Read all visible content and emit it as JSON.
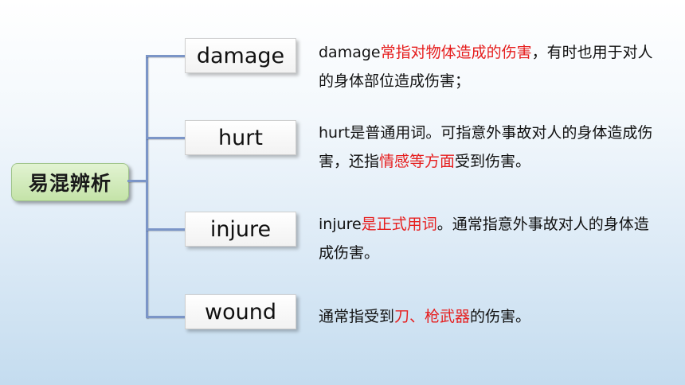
{
  "title": "易混辨析",
  "entries": [
    {
      "word": "damage",
      "desc": [
        {
          "text": "damage",
          "red": false
        },
        {
          "text": "常指对物体造成的伤害",
          "red": true
        },
        {
          "text": "，有时也用于对人的身体部位造成伤害；",
          "red": false
        }
      ]
    },
    {
      "word": "hurt",
      "desc": [
        {
          "text": "hurt是普通用词。可指意外事故对人的身体造成伤害，还指",
          "red": false
        },
        {
          "text": "情感等方面",
          "red": true
        },
        {
          "text": "受到伤害。",
          "red": false
        }
      ]
    },
    {
      "word": "injure",
      "desc": [
        {
          "text": "injure",
          "red": false
        },
        {
          "text": "是正式用词",
          "red": true
        },
        {
          "text": "。通常指意外事故对人的身体造成伤害。",
          "red": false
        }
      ]
    },
    {
      "word": "wound",
      "desc": [
        {
          "text": "通常指受到",
          "red": false
        },
        {
          "text": "刀、枪武器",
          "red": true
        },
        {
          "text": "的伤害。",
          "red": false
        }
      ]
    }
  ],
  "colors": {
    "accent_red": "#e61e1e",
    "connector": "#7b95c7",
    "title_bg": "#c4e3a8"
  }
}
